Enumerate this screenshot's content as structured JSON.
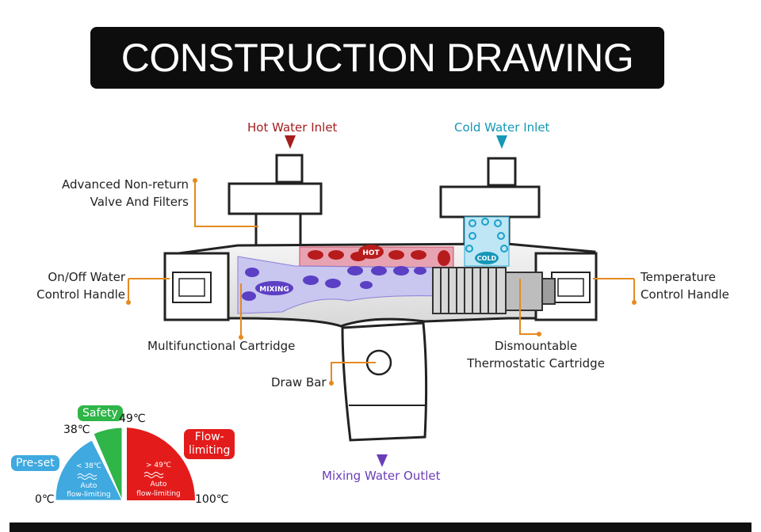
{
  "title": "CONSTRUCTION DRAWING",
  "labels": {
    "hot_inlet": "Hot Water Inlet",
    "cold_inlet": "Cold Water Inlet",
    "non_return_line1": "Advanced Non-return",
    "non_return_line2": "Valve And Filters",
    "onoff_line1": "On/Off Water",
    "onoff_line2": "Control Handle",
    "temp_line1": "Temperature",
    "temp_line2": "Control Handle",
    "cartridge": "Multifunctional Cartridge",
    "thermo_line1": "Dismountable",
    "thermo_line2": "Thermostatic Cartridge",
    "draw_bar": "Draw Bar",
    "outlet": "Mixing Water Outlet"
  },
  "tags": {
    "hot": "HOT",
    "cold": "COLD",
    "mixing": "MIXING"
  },
  "gauge": {
    "safety": "Safety",
    "preset": "Pre-set",
    "flow_line1": "Flow-",
    "flow_line2": "limiting",
    "t0": "0℃",
    "t38": "38℃",
    "t49": "49℃",
    "t100": "100℃",
    "blue_line1": "< 38℃",
    "blue_line2": "Auto",
    "blue_line3": "flow-limiting",
    "red_line1": "> 49℃",
    "red_line2": "Auto",
    "red_line3": "flow-limiting"
  },
  "colors": {
    "accent_line": "#e58a1f",
    "hot": "#a51d1d",
    "cold": "#1597b7",
    "mixing": "#6a3db8",
    "gauge_blue": "#3fa9e0",
    "gauge_green": "#2fb548",
    "gauge_red": "#e41b1b"
  }
}
